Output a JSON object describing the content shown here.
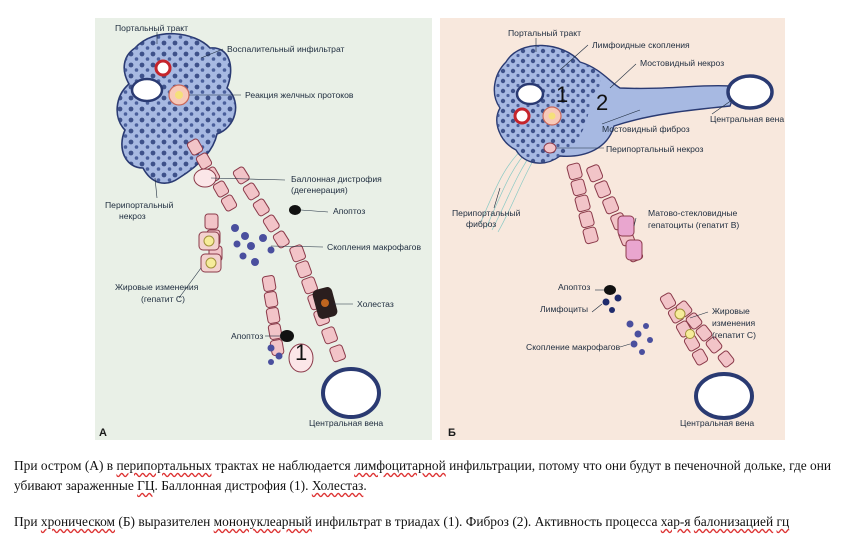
{
  "panel_a": {
    "letter": "А",
    "labels": {
      "portal_tract": "Портальный тракт",
      "inflammatory_infiltrate": "Воспалительный инфильтрат",
      "bile_duct_reaction": "Реакция желчных протоков",
      "balloon_dystrophy": "Баллонная дистрофия",
      "degeneration": "(дегенерация)",
      "apoptosis_top": "Апоптоз",
      "macrophage_clusters": "Скопления макрофагов",
      "periportal": "Перипортальный",
      "necrosis": "некроз",
      "fatty_changes": "Жировые изменения",
      "hepatitis_c": "(гепатит С)",
      "cholestasis": "Холестаз",
      "apoptosis_bottom": "Апоптоз",
      "central_vein": "Центральная вена",
      "handwritten_1": "1"
    }
  },
  "panel_b": {
    "letter": "Б",
    "labels": {
      "portal_tract": "Портальный тракт",
      "lymphoid_clusters": "Лимфоидные скопления",
      "bridging_necrosis": "Мостовидный некроз",
      "central_vein_top": "Центральная вена",
      "bridging_fibrosis": "Мостовидный фиброз",
      "periportal_necrosis": "Перипортальный некроз",
      "periportal_fibrosis_1": "Перипортальный",
      "periportal_fibrosis_2": "фиброз",
      "ground_glass_1": "Матово-стекловидные",
      "ground_glass_2": "гепатоциты (гепатит В)",
      "apoptosis": "Апоптоз",
      "lymphocytes": "Лимфоциты",
      "fatty_1": "Жировые",
      "fatty_2": "изменения",
      "fatty_3": "(гепатит С)",
      "macrophage_cluster": "Скопление макрофагов",
      "central_vein_bottom": "Центральная вена",
      "handwritten_1": "1",
      "handwritten_2": "2"
    }
  },
  "captions": {
    "p1_a": "При остром (А) в ",
    "p1_b": "перипортальных",
    "p1_c": " трактах не наблюдается ",
    "p1_d": "лимфоцитарной",
    "p1_e": " инфильтрации, потому что они будут в печеночной дольке, где они убивают зараженные ",
    "p1_f": "ГЦ",
    "p1_g": ". Баллонная дистрофия (1). ",
    "p1_h": "Холестаз",
    "p1_i": ".",
    "p2_a": "При ",
    "p2_b": "хроническом",
    "p2_c": " (Б) выразителен ",
    "p2_d": "мононуклеарный",
    "p2_e": " инфильтрат в триадах (1). Фиброз (2). Активность процесса ",
    "p2_f": "хар-я",
    "p2_g": " ",
    "p2_h": "балонизацией",
    "p2_i": " ",
    "p2_j": "гц"
  }
}
